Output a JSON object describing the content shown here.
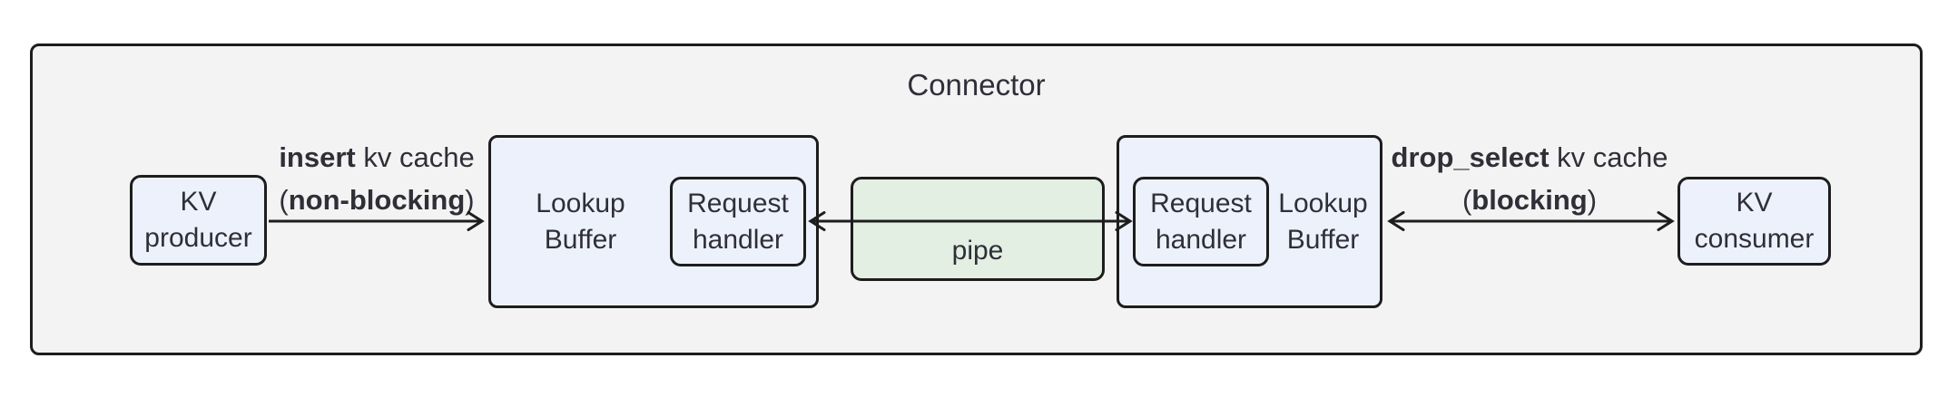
{
  "diagram": {
    "title": "Connector",
    "nodes": {
      "kv_producer": "KV\nproducer",
      "lookup_buffer_left": "Lookup\nBuffer",
      "request_handler_left": "Request\nhandler",
      "pipe": "pipe",
      "request_handler_right": "Request\nhandler",
      "lookup_buffer_right": "Lookup\nBuffer",
      "kv_consumer": "KV\nconsumer"
    },
    "edges": {
      "insert": {
        "verb": "insert",
        "rest": " kv cache",
        "open": "(",
        "mode": "non-blocking",
        "close": ")"
      },
      "drop": {
        "verb": "drop_select",
        "rest": " kv cache",
        "open": "(",
        "mode": "blocking",
        "close": ")"
      }
    },
    "colors": {
      "container_fill": "#f3f3f3",
      "node_fill": "#edf1fb",
      "pipe_fill": "#e2efe2",
      "border": "#1d1d1d",
      "text": "#2f2f38"
    }
  }
}
